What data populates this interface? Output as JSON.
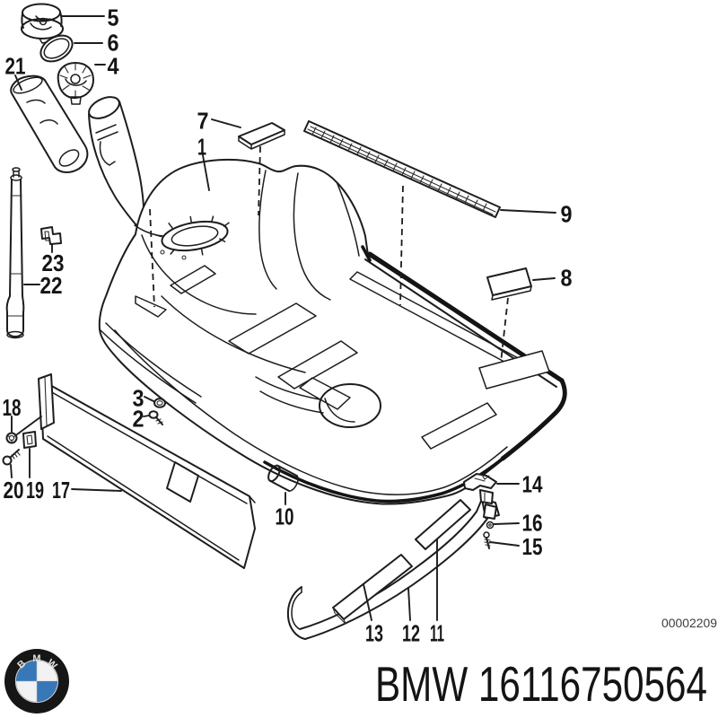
{
  "diagram": {
    "callouts": {
      "1": "1",
      "2": "2",
      "3": "3",
      "4": "4",
      "5": "5",
      "6": "6",
      "7": "7",
      "8": "8",
      "9": "9",
      "10": "10",
      "11": "11",
      "12": "12",
      "13": "13",
      "14": "14",
      "15": "15",
      "16": "16",
      "17": "17",
      "18": "18",
      "19": "19",
      "20": "20",
      "21": "21",
      "22": "22",
      "23": "23"
    },
    "code": "00002209"
  },
  "footer": {
    "brand_text": "BMW 16116750564",
    "logo_letters": [
      "B",
      "M",
      "W"
    ]
  },
  "colors": {
    "line": "#1d1d1d",
    "background": "#ffffff",
    "bmw_blue": "#3878b8",
    "logo_dark": "#161616",
    "code_text": "#3c3c3c"
  }
}
